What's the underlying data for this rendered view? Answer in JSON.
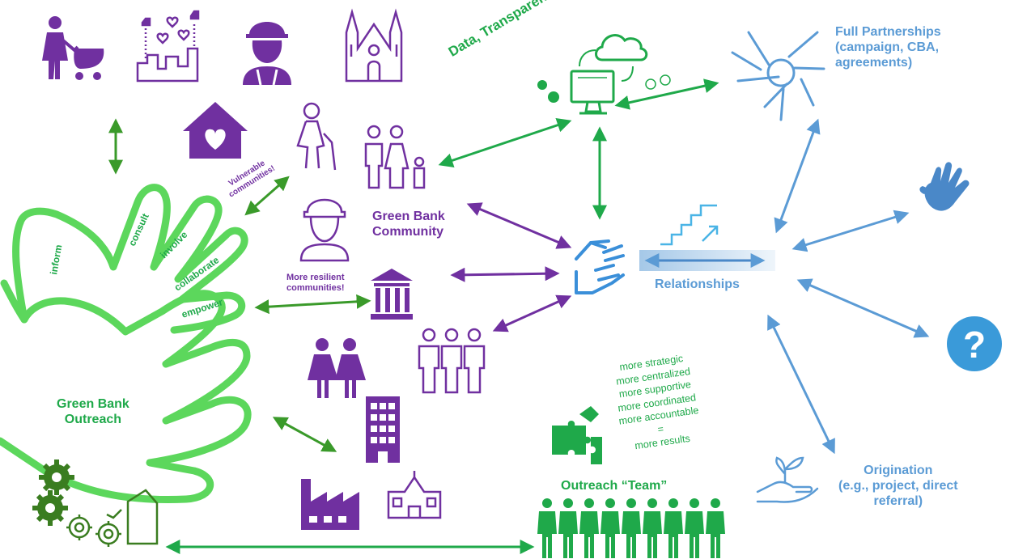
{
  "colors": {
    "purple": "#7030a0",
    "green": "#1fa94a",
    "light_green": "#5cd75c",
    "dark_green": "#3a7d20",
    "blue": "#5b9bd5"
  },
  "labels": {
    "data_transparency_ai": "Data, Transparency, AI",
    "full_partnerships": [
      "Full Partnerships",
      "(campaign, CBA,",
      "agreements)"
    ],
    "green_bank_community": [
      "Green Bank",
      "Community"
    ],
    "vulnerable_communities": [
      "Vulnerable",
      "communities!"
    ],
    "more_resilient_communities": [
      "More resilient",
      "communities!"
    ],
    "relationships": "Relationships",
    "green_bank_outreach": [
      "Green Bank",
      "Outreach"
    ],
    "outreach_team": "Outreach “Team”",
    "origination": [
      "Origination",
      "(e.g., project, direct",
      "referral)"
    ]
  },
  "engagement_levels": [
    "inform",
    "consult",
    "involve",
    "collaborate",
    "empower"
  ],
  "results_list": [
    "more strategic",
    "more centralized",
    "more supportive",
    "more coordinated",
    "more accountable",
    "=",
    "more results"
  ],
  "icons": [
    "parent-with-stroller-icon",
    "city-likes-icon",
    "construction-worker-icon",
    "cathedral-icon",
    "home-heart-icon",
    "elderly-person-icon",
    "family-icon",
    "female-worker-icon",
    "government-building-icon",
    "two-women-icon",
    "group-of-people-icon",
    "apartment-building-icon",
    "factory-icon",
    "school-icon",
    "gears-icon",
    "gears-outline-icon",
    "fuel-can-icon",
    "computer-monitor-icon",
    "cloud-icon",
    "joined-hands-icon",
    "handshake-icon",
    "stairs-growth-icon",
    "handprint-icon",
    "question-mark-icon",
    "puzzle-icon",
    "team-people-icon",
    "plant-in-hand-icon"
  ]
}
